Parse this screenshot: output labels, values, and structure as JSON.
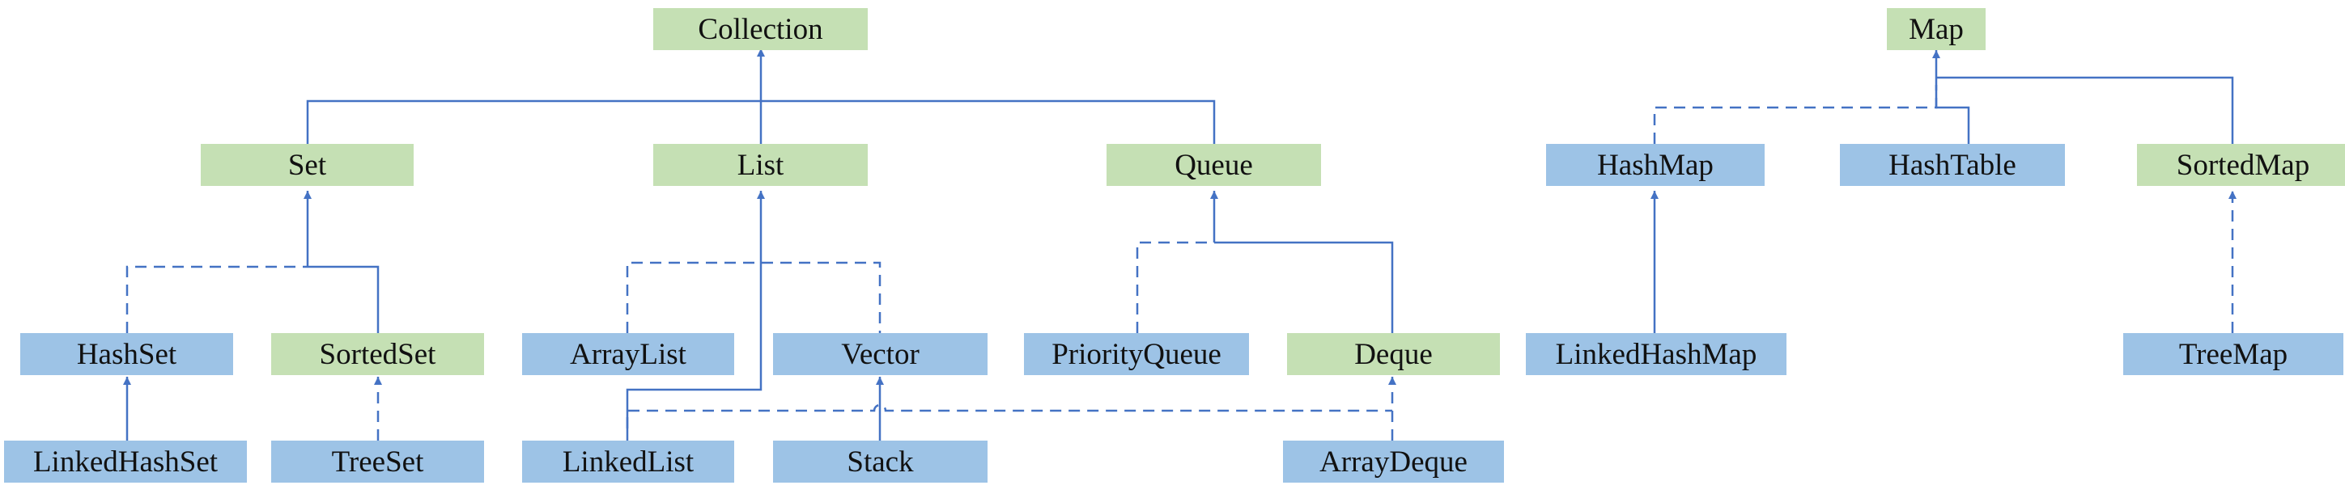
{
  "colors": {
    "interface_fill": "#c5e0b4",
    "class_fill": "#9dc3e6",
    "edge_color": "#4472c4"
  },
  "nodes": {
    "collection": "Collection",
    "map": "Map",
    "set": "Set",
    "list": "List",
    "queue": "Queue",
    "hashmap": "HashMap",
    "hashtable": "HashTable",
    "sortedmap": "SortedMap",
    "hashset": "HashSet",
    "sortedset": "SortedSet",
    "arraylist": "ArrayList",
    "vector": "Vector",
    "priorityqueue": "PriorityQueue",
    "deque": "Deque",
    "linkedhashmap": "LinkedHashMap",
    "treemap": "TreeMap",
    "linkedhashset": "LinkedHashSet",
    "treeset": "TreeSet",
    "linkedlist": "LinkedList",
    "stack": "Stack",
    "arraydeque": "ArrayDeque"
  }
}
